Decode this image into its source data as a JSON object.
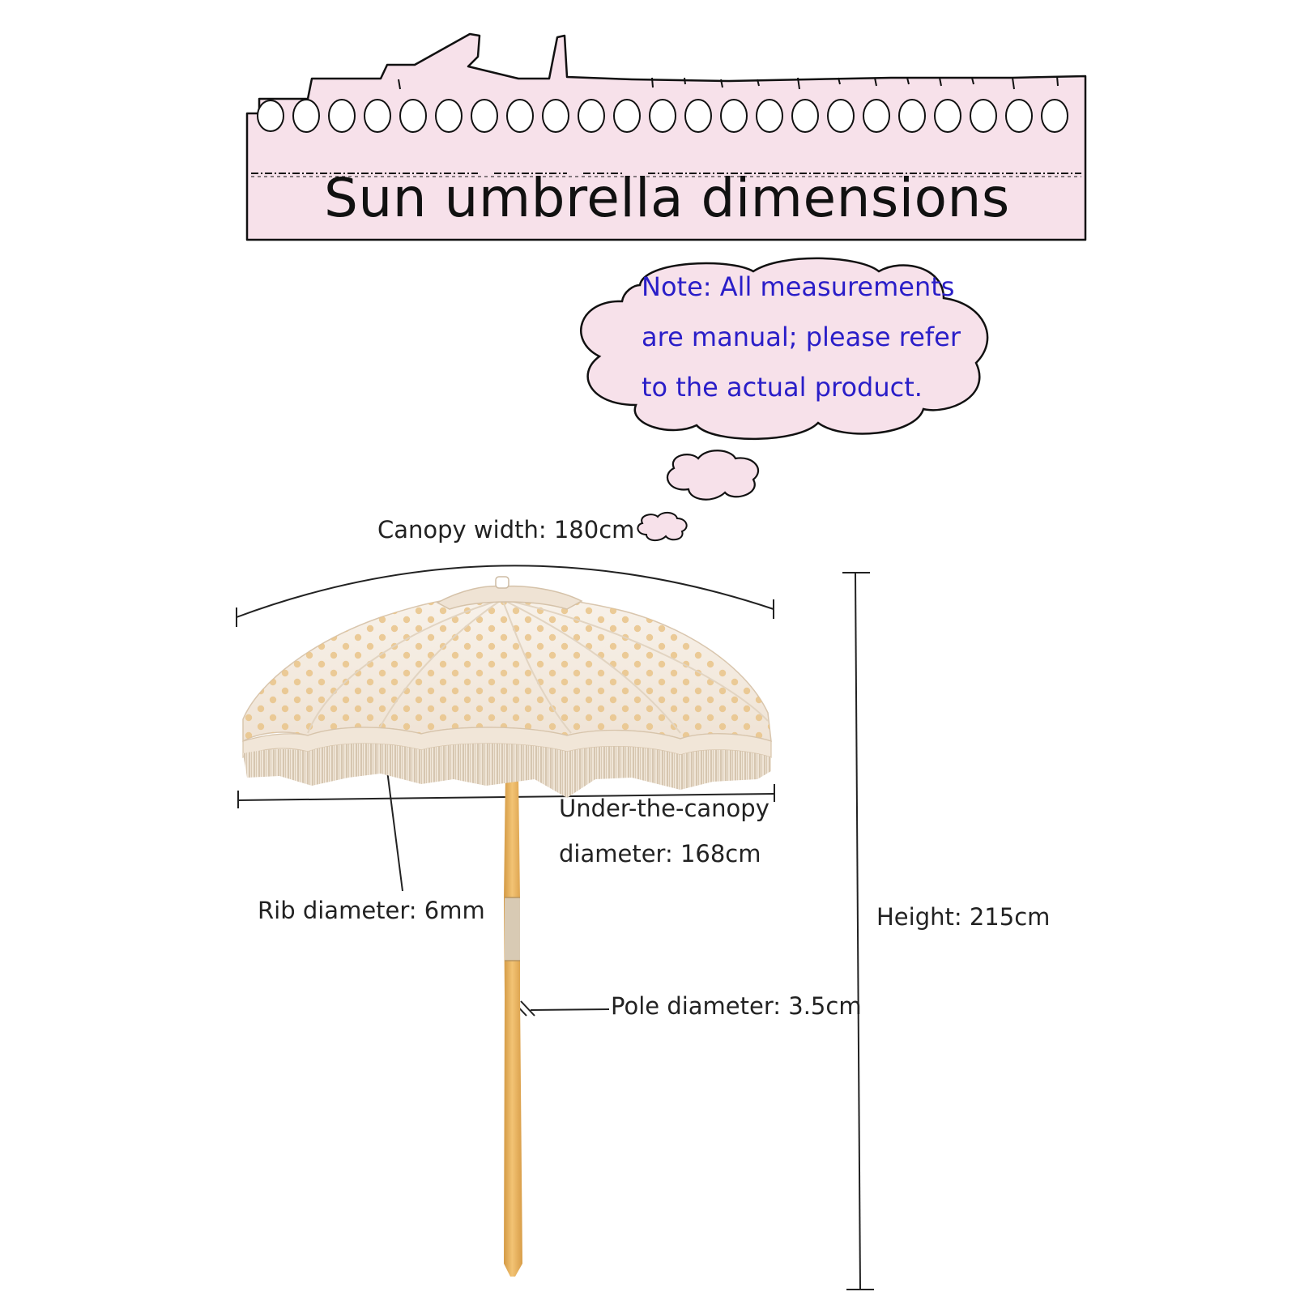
{
  "title": "Sun umbrella dimensions",
  "note": {
    "line1": "Note: All measurements",
    "line2": "are manual; please refer",
    "line3": "to the actual product."
  },
  "labels": {
    "canopy_width": "Canopy width: 180cm",
    "under_canopy_1": "Under-the-canopy",
    "under_canopy_2": "diameter: 168cm",
    "rib_diameter": "Rib diameter: 6mm",
    "height": "Height: 215cm",
    "pole_diameter": "Pole diameter: 3.5cm"
  },
  "colors": {
    "banner_fill": "#f7e1ea",
    "note_text": "#2a1ec8",
    "pole": "#e8b35f",
    "polka_dot": "#e9c489",
    "canopy": "#f6eee5",
    "fringe": "#e6d9c7"
  }
}
